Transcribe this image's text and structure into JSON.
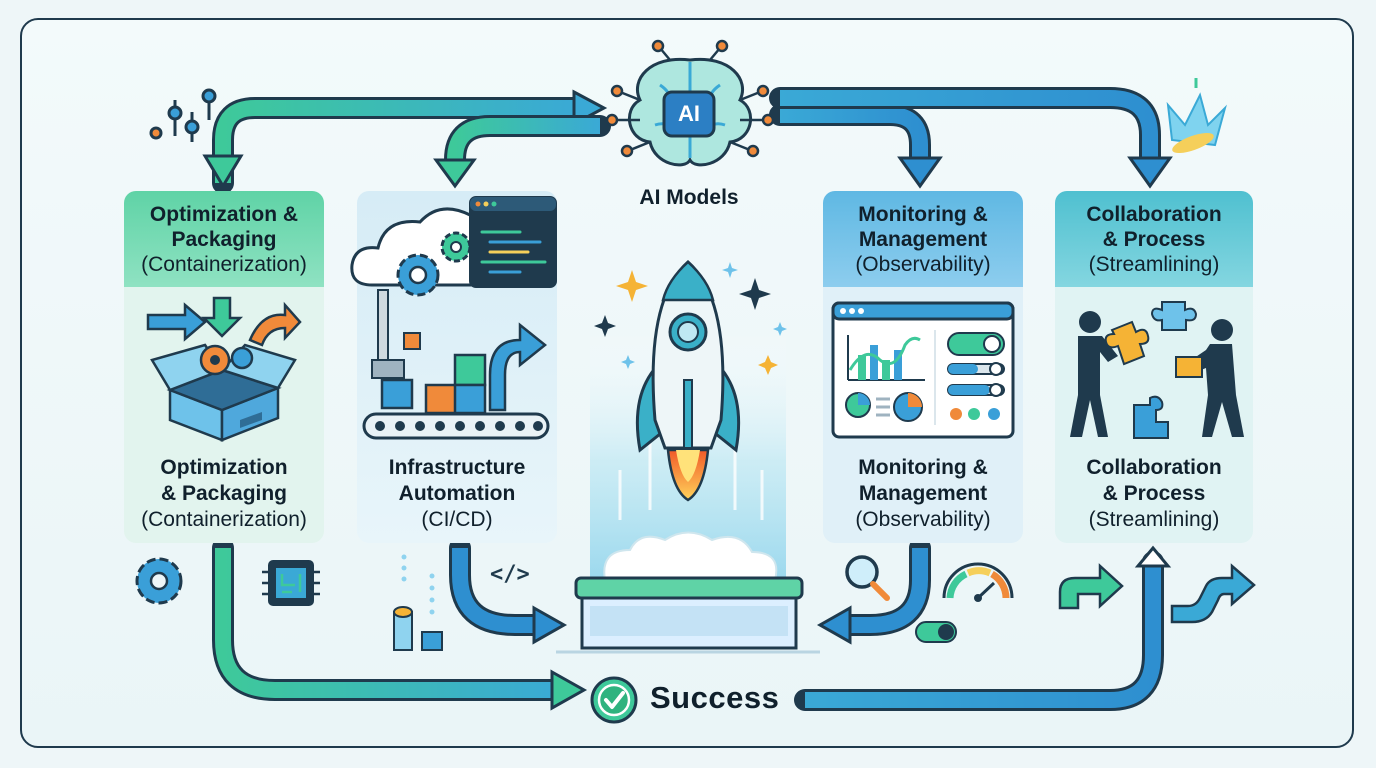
{
  "nodes": {
    "optimization": {
      "title_line1": "Optimization &",
      "title_line2": "Packaging",
      "title_sub": "(Containerization)",
      "caption_line1": "Optimization",
      "caption_line2": "& Packaging",
      "caption_sub": "(Containerization)"
    },
    "infrastructure": {
      "caption_line1": "Infrastructure",
      "caption_line2": "Automation",
      "caption_sub": "(CI/CD)",
      "code_glyph": "</>"
    },
    "ai": {
      "label": "AI Models",
      "chip_text": "AI"
    },
    "monitoring": {
      "title_line1": "Monitoring &",
      "title_line2": "Management",
      "title_sub": "(Observability)",
      "caption_line1": "Monitoring &",
      "caption_line2": "Management",
      "caption_sub": "(Observability)"
    },
    "collaboration": {
      "title_line1": "Collaboration",
      "title_line2": "& Process",
      "title_sub": "(Streamlining)",
      "caption_line1": "Collaboration",
      "caption_line2": "& Process",
      "caption_sub": "(Streamlining)"
    },
    "success": {
      "label": "Success"
    }
  },
  "icons": [
    "brain-icon",
    "ai-chip-icon",
    "rocket-icon",
    "open-box-icon",
    "gear-icon",
    "cloud-icon",
    "code-window-icon",
    "conveyor-icon",
    "dashboard-icon",
    "people-puzzle-icon",
    "magnifier-icon",
    "gauge-icon",
    "toggle-icon",
    "circuit-chip-icon",
    "check-icon",
    "crown-icon",
    "sparkle-icon"
  ],
  "colors": {
    "green": "#3ec99a",
    "blue": "#3a9fd8",
    "teal": "#37b8c7",
    "navy": "#1f3a4d",
    "orange": "#f08a3a"
  }
}
